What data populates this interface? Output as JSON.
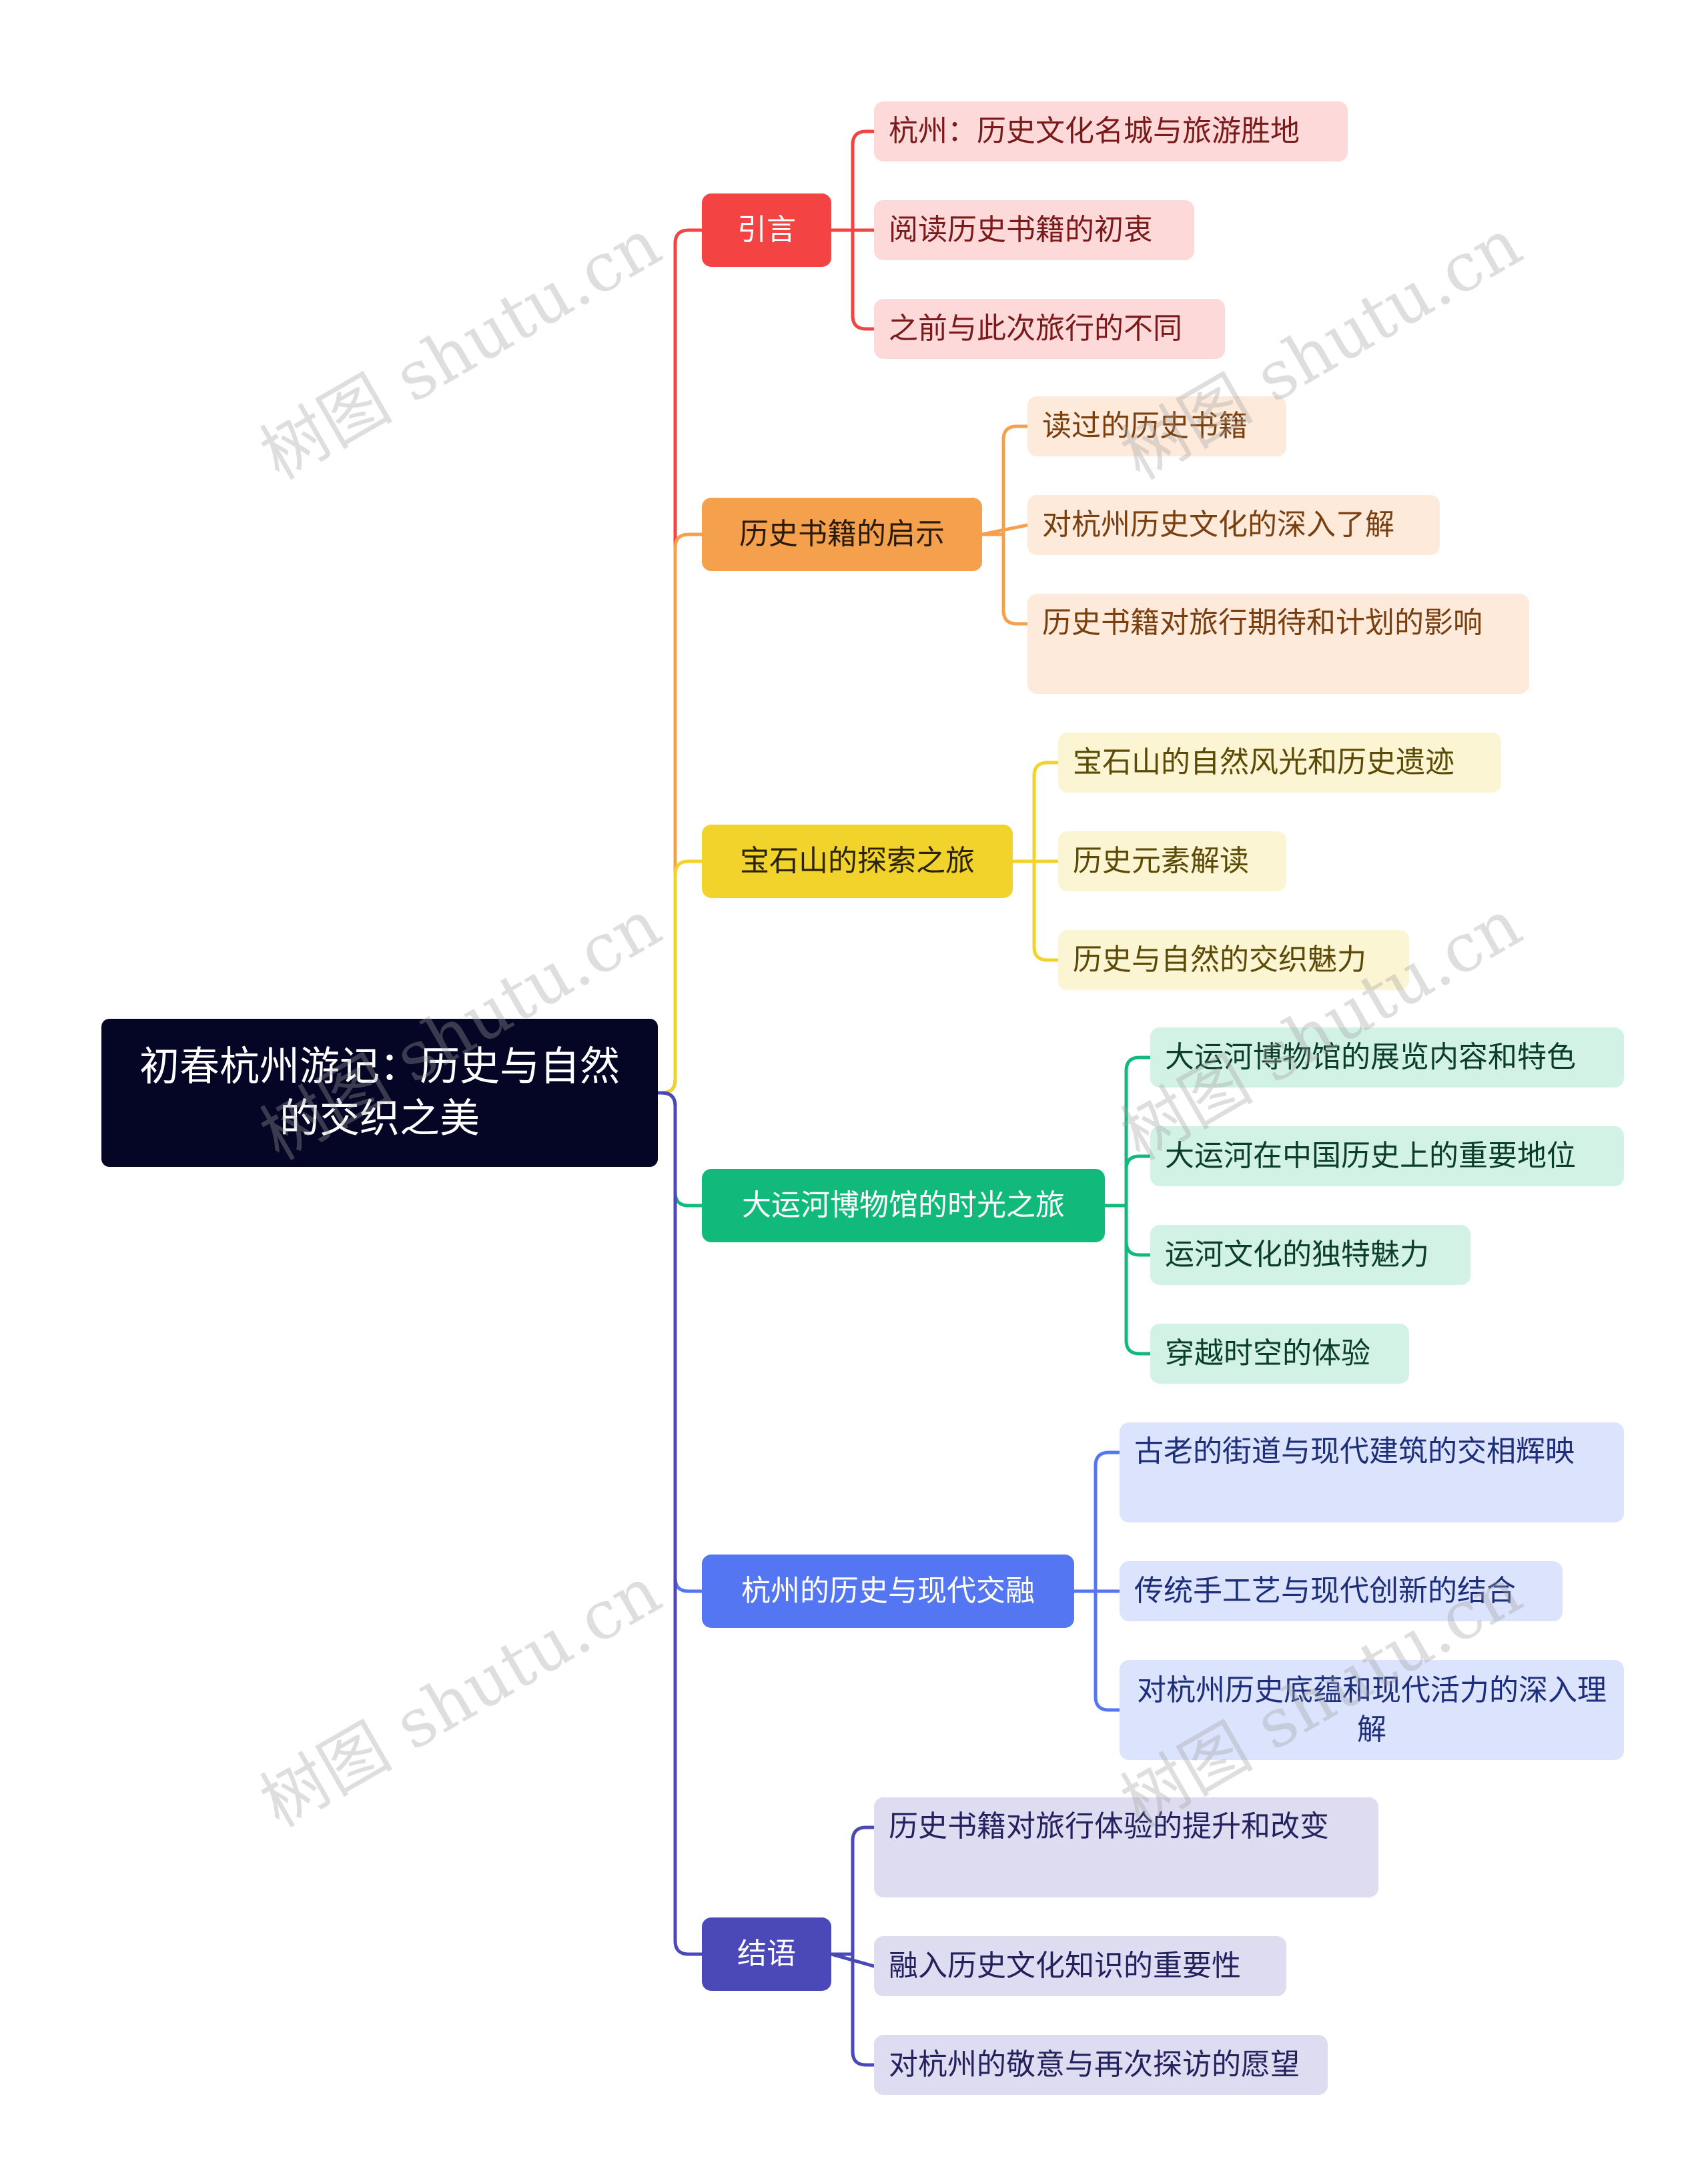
{
  "watermark": "树图 shutu.cn",
  "root": {
    "label": "初春杭州游记：历史与自然的交织之美"
  },
  "branches": [
    {
      "label": "引言",
      "color": "#f44343",
      "leaf_bg": "#fdd9d9",
      "leaf_text": "#7a1a1a",
      "branch_text": "#ffffff",
      "children": [
        "杭州：历史文化名城与旅游胜地",
        "阅读历史书籍的初衷",
        "之前与此次旅行的不同"
      ]
    },
    {
      "label": "历史书籍的启示",
      "color": "#f5a04d",
      "leaf_bg": "#fdeadb",
      "leaf_text": "#7a3f0e",
      "branch_text": "#2a1a0a",
      "children": [
        "读过的历史书籍",
        "对杭州历史文化的深入了解",
        "历史书籍对旅行期待和计划的影响"
      ]
    },
    {
      "label": "宝石山的探索之旅",
      "color": "#f2d32b",
      "leaf_bg": "#fcf5d3",
      "leaf_text": "#5a4a06",
      "branch_text": "#2a2306",
      "children": [
        "宝石山的自然风光和历史遗迹",
        "历史元素解读",
        "历史与自然的交织魅力"
      ]
    },
    {
      "label": "大运河博物馆的时光之旅",
      "color": "#11b97b",
      "leaf_bg": "#d3f2e6",
      "leaf_text": "#0b3d2c",
      "branch_text": "#ffffff",
      "children": [
        "大运河博物馆的展览内容和特色",
        "大运河在中国历史上的重要地位",
        "运河文化的独特魅力",
        "穿越时空的体验"
      ]
    },
    {
      "label": "杭州的历史与现代交融",
      "color": "#5576f3",
      "leaf_bg": "#dce3fd",
      "leaf_text": "#1d2f7a",
      "branch_text": "#ffffff",
      "children": [
        "古老的街道与现代建筑的交相辉映",
        "传统手工艺与现代创新的结合",
        "对杭州历史底蕴和现代活力的深入理解"
      ]
    },
    {
      "label": "结语",
      "color": "#4b48b8",
      "leaf_bg": "#dddcf0",
      "leaf_text": "#23215e",
      "branch_text": "#ffffff",
      "children": [
        "历史书籍对旅行体验的提升和改变",
        "融入历史文化知识的重要性",
        "对杭州的敬意与再次探访的愿望"
      ]
    }
  ]
}
